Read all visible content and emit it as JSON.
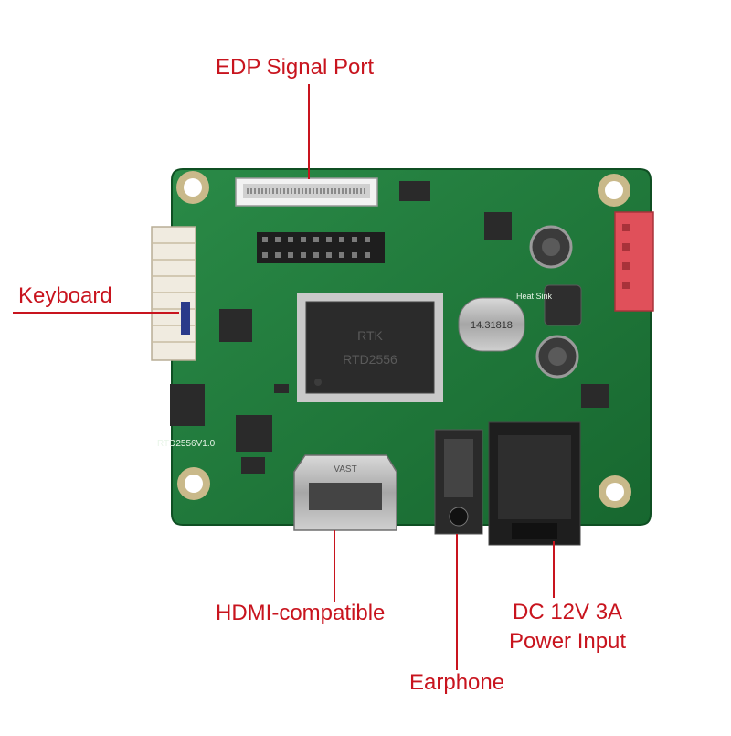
{
  "labels": {
    "edp": "EDP Signal Port",
    "keyboard": "Keyboard",
    "hdmi": "HDMI-compatible",
    "earphone": "Earphone",
    "dc_line1": "DC 12V 3A",
    "dc_line2": "Power Input"
  },
  "board": {
    "model": "RTD2556V1.0",
    "chip_brand": "RTK",
    "chip_part": "RTD2556",
    "crystal": "14.31818",
    "heat_sink": "Heat Sink",
    "hdmi_brand": "VAST"
  },
  "colors": {
    "pcb": "#1f7a3c",
    "label_red": "#c8141e",
    "line_red": "#c8141e"
  }
}
